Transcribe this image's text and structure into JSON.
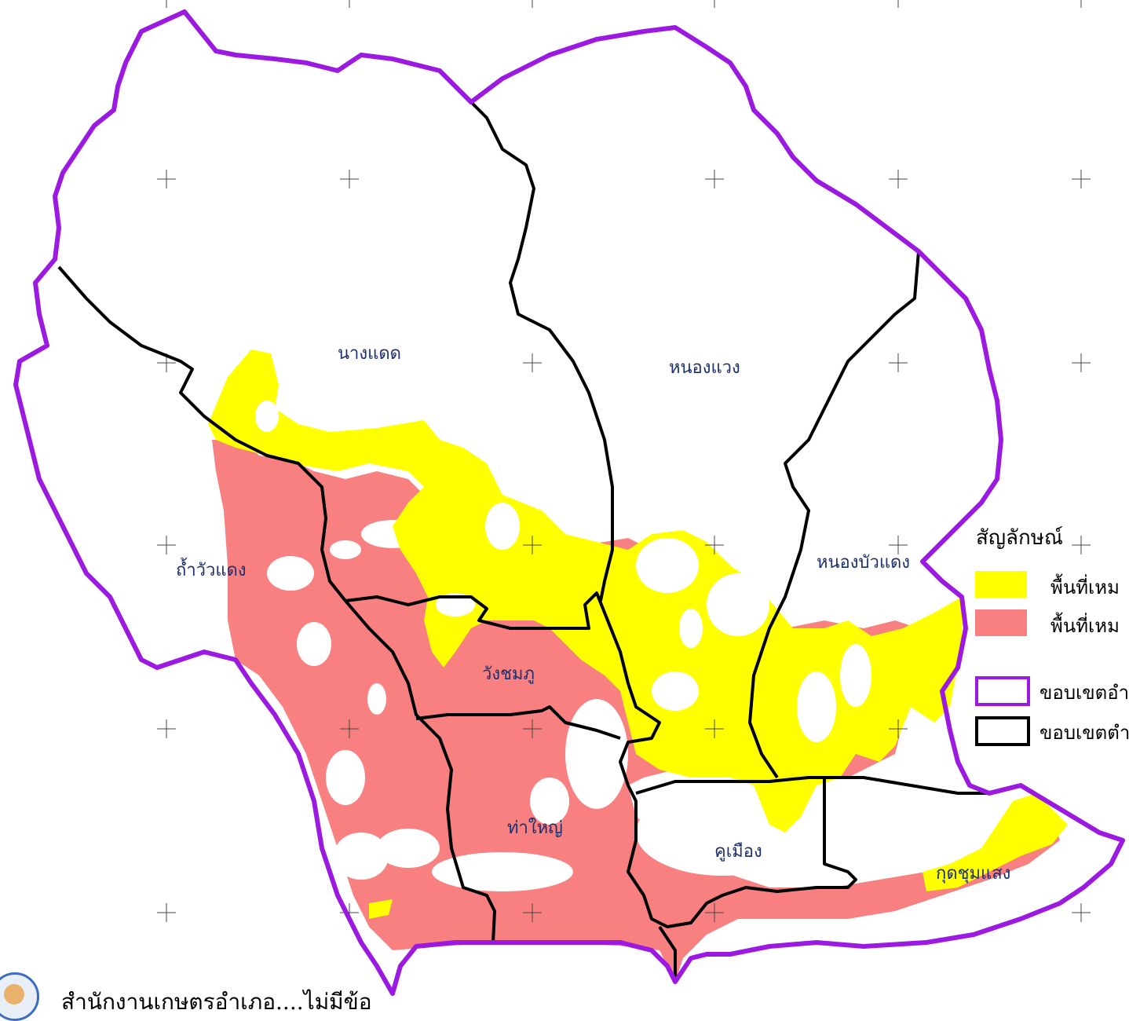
{
  "districts": [
    {
      "id": "nangdaeng",
      "label": "นางแดด"
    },
    {
      "id": "nongwaeng",
      "label": "หนองแวง"
    },
    {
      "id": "thamwuadaeng",
      "label": "ถ้ำวัวแดง"
    },
    {
      "id": "nongbuadaeng",
      "label": "หนองบัวแดง"
    },
    {
      "id": "wangchomphu",
      "label": "วังชมภู"
    },
    {
      "id": "thayai",
      "label": "ท่าใหญ่"
    },
    {
      "id": "khumuang",
      "label": "คูเมือง"
    },
    {
      "id": "kutchumsaeng",
      "label": "กุดชุมแสง"
    }
  ],
  "legend": {
    "title": "สัญลักษณ์",
    "items": [
      {
        "label": "พื้นที่เหม",
        "color": "#ffff00",
        "kind": "fill"
      },
      {
        "label": "พื้นที่เหม",
        "color": "#f88080",
        "kind": "fill"
      },
      {
        "label": "ขอบเขตอำ",
        "color": "#9b19e0",
        "kind": "line"
      },
      {
        "label": "ขอบเขตตำ",
        "color": "#000000",
        "kind": "line"
      }
    ]
  },
  "footer": {
    "text": "สำนักงานเกษตรอำเภอ....ไม่มีข้อ"
  },
  "colors": {
    "yellow_zone": "#ffff00",
    "pink_zone": "#f88080",
    "district_border": "#9b19e0",
    "subdistrict_border": "#000000",
    "label_text": "#1c2f6e"
  },
  "icons": {
    "logo": "agency-seal-icon",
    "grid": "plus-grid-marker"
  }
}
